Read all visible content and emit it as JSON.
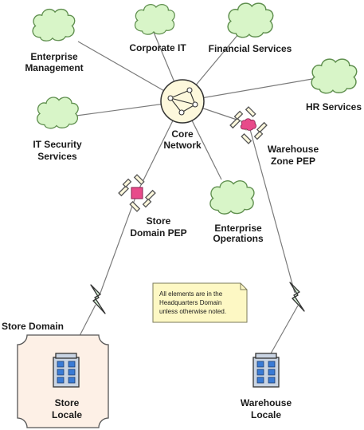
{
  "nodes": {
    "enterprise_management": {
      "line1": "Enterprise",
      "line2": "Management"
    },
    "corporate_it": {
      "label": "Corporate IT"
    },
    "financial_services": {
      "label": "Financial Services"
    },
    "hr_services": {
      "label": "HR Services"
    },
    "it_security_services": {
      "line1": "IT Security",
      "line2": "Services"
    },
    "core_network": {
      "line1": "Core",
      "line2": "Network"
    },
    "warehouse_zone_pep": {
      "line1": "Warehouse",
      "line2": "Zone PEP"
    },
    "store_domain_pep": {
      "line1": "Store",
      "line2": "Domain PEP"
    },
    "enterprise_operations": {
      "line1": "Enterprise",
      "line2": "Operations"
    },
    "store_domain": {
      "label": "Store Domain"
    },
    "store_locale": {
      "line1": "Store",
      "line2": "Locale"
    },
    "warehouse_locale": {
      "line1": "Warehouse",
      "line2": "Locale"
    }
  },
  "note": {
    "line1": "All elements are in the",
    "line2": "Headquarters Domain",
    "line3": "unless otherwise noted."
  },
  "colors": {
    "cloud_fill": "#d8f5c8",
    "cloud_stroke": "#5f8f4e",
    "core_fill": "#fdf8dc",
    "pep_fill": "#fdf8dc",
    "pep_marker": "#e84b8a",
    "domain_fill": "#fdf0e6",
    "building_fill": "#c9d4e3",
    "window_fill": "#3a7bd5",
    "note_fill": "#fdf8c4",
    "link_fill": "#d9f2d9"
  },
  "icons": {
    "cloud": "cloud-icon",
    "core": "network-hub-icon",
    "pep": "firewall-pep-icon",
    "link": "lightning-link-icon",
    "building": "building-icon"
  }
}
